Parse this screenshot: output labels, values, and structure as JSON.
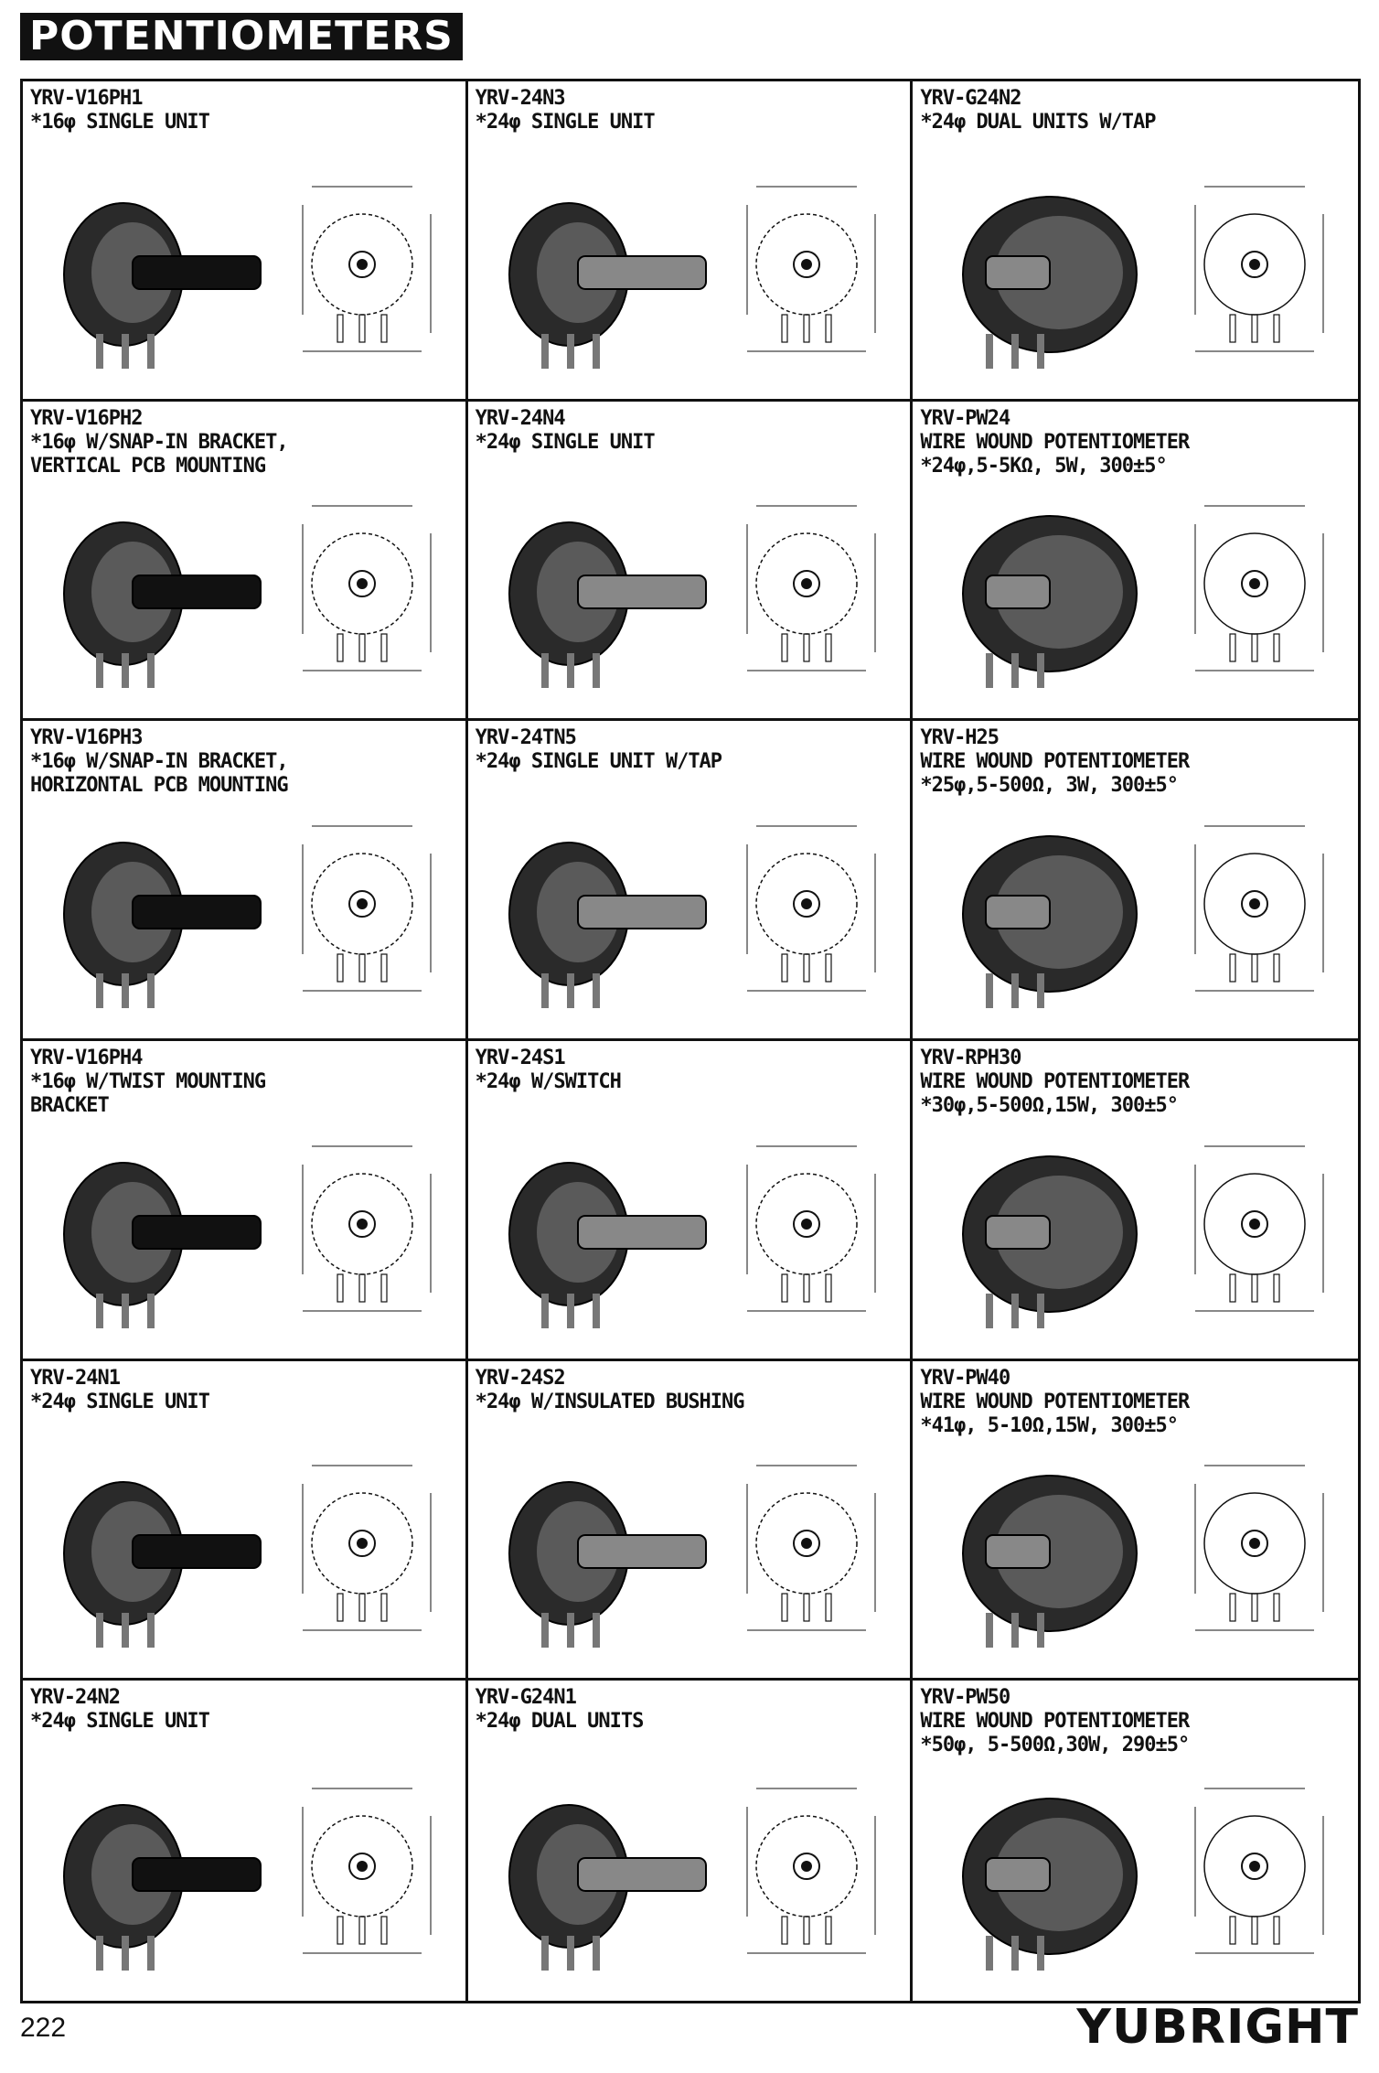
{
  "header": {
    "title": "POTENTIOMETERS"
  },
  "cells": [
    {
      "model": "YRV-V16PH1",
      "lines": [
        "*16φ SINGLE UNIT"
      ]
    },
    {
      "model": "YRV-24N3",
      "lines": [
        "*24φ SINGLE UNIT"
      ]
    },
    {
      "model": "YRV-G24N2",
      "lines": [
        "*24φ DUAL UNITS W/TAP"
      ]
    },
    {
      "model": "YRV-V16PH2",
      "lines": [
        "*16φ W/SNAP-IN BRACKET,",
        "VERTICAL PCB MOUNTING"
      ]
    },
    {
      "model": "YRV-24N4",
      "lines": [
        "*24φ SINGLE UNIT"
      ]
    },
    {
      "model": "YRV-PW24",
      "lines": [
        "WIRE WOUND POTENTIOMETER",
        "*24φ,5-5KΩ, 5W, 300±5°"
      ]
    },
    {
      "model": "YRV-V16PH3",
      "lines": [
        "*16φ W/SNAP-IN BRACKET,",
        "HORIZONTAL PCB MOUNTING"
      ]
    },
    {
      "model": "YRV-24TN5",
      "lines": [
        "*24φ SINGLE UNIT W/TAP"
      ]
    },
    {
      "model": "YRV-H25",
      "lines": [
        "WIRE WOUND POTENTIOMETER",
        "*25φ,5-500Ω, 3W, 300±5°"
      ]
    },
    {
      "model": "YRV-V16PH4",
      "lines": [
        "*16φ W/TWIST MOUNTING",
        "BRACKET"
      ]
    },
    {
      "model": "YRV-24S1",
      "lines": [
        "*24φ W/SWITCH"
      ]
    },
    {
      "model": "YRV-RPH30",
      "lines": [
        "WIRE WOUND POTENTIOMETER",
        "*30φ,5-500Ω,15W, 300±5°"
      ]
    },
    {
      "model": "YRV-24N1",
      "lines": [
        "*24φ SINGLE UNIT"
      ]
    },
    {
      "model": "YRV-24S2",
      "lines": [
        "*24φ W/INSULATED BUSHING"
      ]
    },
    {
      "model": "YRV-PW40",
      "lines": [
        "WIRE WOUND POTENTIOMETER",
        "*41φ, 5-10Ω,15W, 300±5°"
      ]
    },
    {
      "model": "YRV-24N2",
      "lines": [
        "*24φ SINGLE UNIT"
      ]
    },
    {
      "model": "YRV-G24N1",
      "lines": [
        "*24φ DUAL UNITS"
      ]
    },
    {
      "model": "YRV-PW50",
      "lines": [
        "WIRE WOUND POTENTIOMETER",
        "*50φ, 5-500Ω,30W, 290±5°"
      ]
    }
  ],
  "footer": {
    "page_number": "222",
    "brand": "YUBRIGHT"
  }
}
